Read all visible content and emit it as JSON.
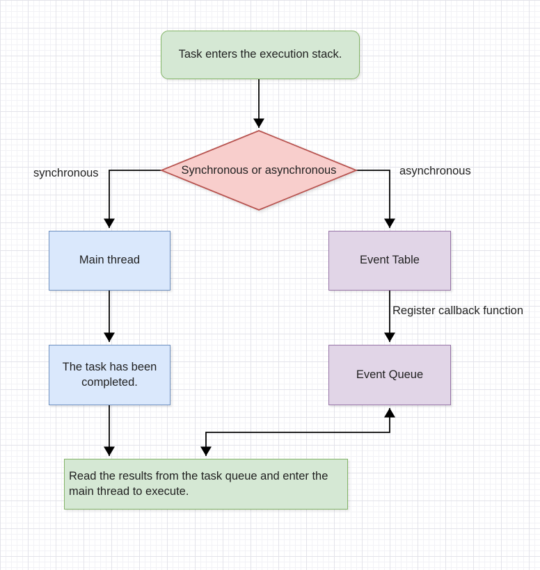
{
  "diagram": {
    "nodes": {
      "start": {
        "label": "Task enters the execution stack.",
        "shape": "rounded-rectangle",
        "color": "green"
      },
      "decision": {
        "label": "Synchronous or asynchronous",
        "shape": "diamond",
        "color": "red"
      },
      "main_thread": {
        "label": "Main thread",
        "shape": "rectangle",
        "color": "blue"
      },
      "event_table": {
        "label": "Event Table",
        "shape": "rectangle",
        "color": "purple"
      },
      "task_completed": {
        "label": "The task has been completed.",
        "shape": "rectangle",
        "color": "blue"
      },
      "event_queue": {
        "label": "Event Queue",
        "shape": "rectangle",
        "color": "purple"
      },
      "read_results": {
        "label": "Read the results from the task queue and enter the main thread to execute.",
        "shape": "rectangle",
        "color": "green"
      }
    },
    "edges": [
      {
        "from": "start",
        "to": "decision"
      },
      {
        "from": "decision",
        "to": "main_thread",
        "label": "synchronous"
      },
      {
        "from": "decision",
        "to": "event_table",
        "label": "asynchronous"
      },
      {
        "from": "main_thread",
        "to": "task_completed"
      },
      {
        "from": "event_table",
        "to": "event_queue",
        "label": "Register callback function"
      },
      {
        "from": "task_completed",
        "to": "read_results"
      },
      {
        "from": "read_results",
        "to": "event_queue",
        "bidirectional": true
      }
    ],
    "colors": {
      "green_fill": "#d5e8d4",
      "green_border": "#82b366",
      "red_fill": "#f8cecc",
      "red_border": "#b85450",
      "blue_fill": "#dae8fc",
      "blue_border": "#6c8ebf",
      "purple_fill": "#e1d5e7",
      "purple_border": "#9673a6",
      "line_color": "#000000",
      "text_color": "#1f1f1f",
      "grid_major": "#e3e3ea",
      "grid_minor": "#f2f2f6",
      "background": "#ffffff"
    }
  }
}
